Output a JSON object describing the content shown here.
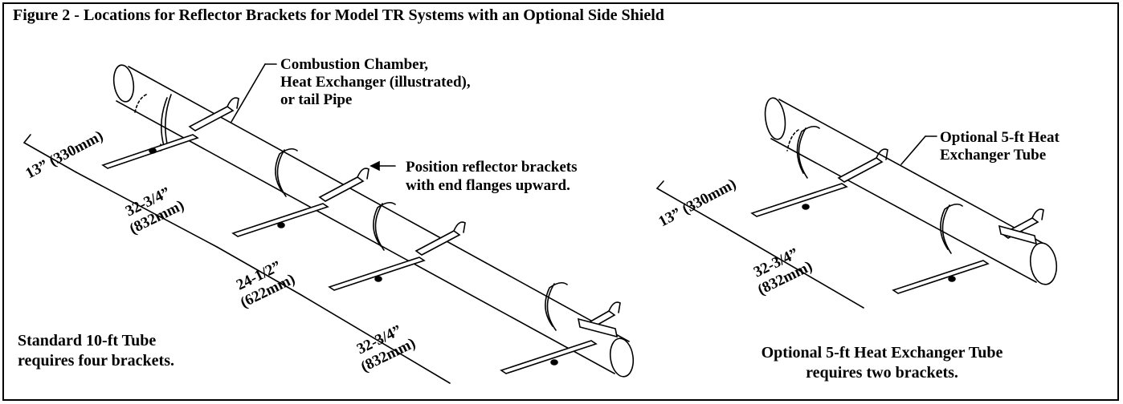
{
  "title": "Figure 2 - Locations for Reflector Brackets for Model TR Systems with an Optional Side Shield",
  "left_diagram": {
    "callout_tube": [
      "Combustion Chamber,",
      "Heat Exchanger (illustrated),",
      "or tail Pipe"
    ],
    "callout_brackets": [
      "Position reflector brackets",
      "with end flanges upward."
    ],
    "dim1": "13” (330mm)",
    "dim2": [
      "32-3/4”",
      "(832mm)"
    ],
    "dim3": [
      "24-1/2”",
      "(622mm)"
    ],
    "dim4": [
      "32-3/4”",
      "(832mm)"
    ],
    "caption": [
      "Standard 10-ft Tube",
      "requires four brackets."
    ]
  },
  "right_diagram": {
    "callout_tube": [
      "Optional  5-ft Heat",
      "Exchanger Tube"
    ],
    "dim1": "13” (330mm)",
    "dim2": [
      "32-3/4”",
      "(832mm)"
    ],
    "caption": [
      "Optional 5-ft Heat Exchanger Tube",
      "requires two brackets."
    ]
  }
}
